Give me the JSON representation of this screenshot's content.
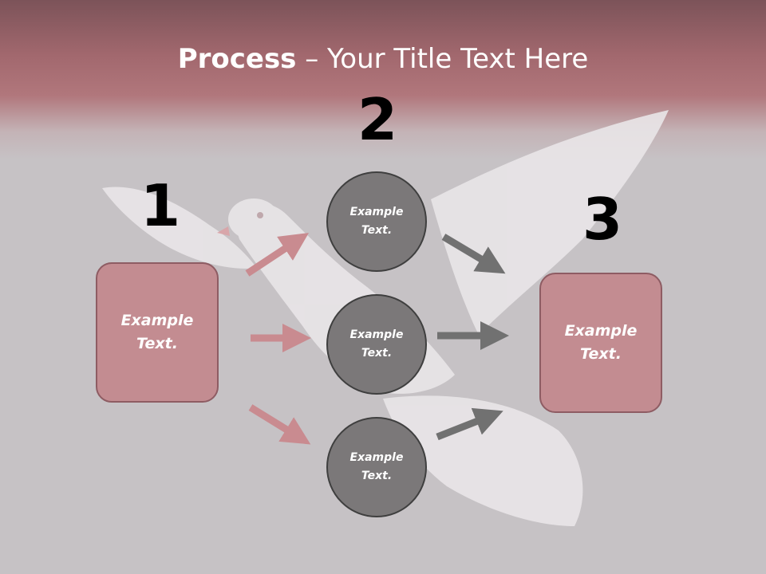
{
  "slide": {
    "title_bold": "Process",
    "title_rest": " – Your Title Text Here",
    "steps": {
      "one": "1",
      "two": "2",
      "three": "3"
    },
    "left_box": {
      "label": "Example Text."
    },
    "right_box": {
      "label": "Example Text."
    },
    "circles": [
      {
        "label": "Example Text."
      },
      {
        "label": "Example Text."
      },
      {
        "label": "Example Text."
      }
    ],
    "background_image": "white-dove-photo",
    "colors": {
      "header": "#a2686e",
      "box_fill": "#c38c91",
      "box_border": "#8e5c63",
      "circle_fill": "#7b7879",
      "pink_arrow": "#c98b90",
      "gray_arrow": "#717171"
    }
  }
}
